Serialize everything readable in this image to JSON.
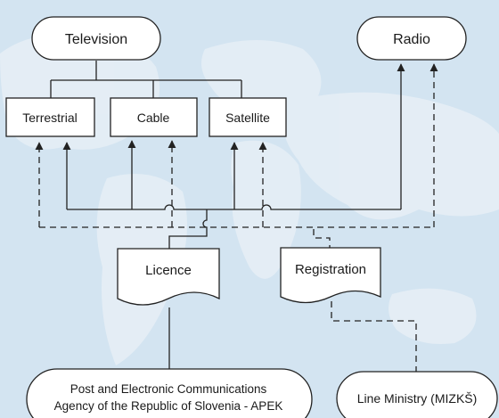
{
  "nodes": {
    "television": "Television",
    "radio": "Radio",
    "terrestrial": "Terrestrial",
    "cable": "Cable",
    "satellite": "Satellite",
    "licence": "Licence",
    "registration": "Registration",
    "apek_line1": "Post and Electronic Communications",
    "apek_line2": "Agency of the Republic of Slovenia - APEK",
    "ministry": "Line Ministry (MIZKŠ)"
  },
  "colors": {
    "background": "#d3e4f1",
    "node_fill": "#ffffff",
    "line": "#222222",
    "land": "#e6eff6"
  }
}
